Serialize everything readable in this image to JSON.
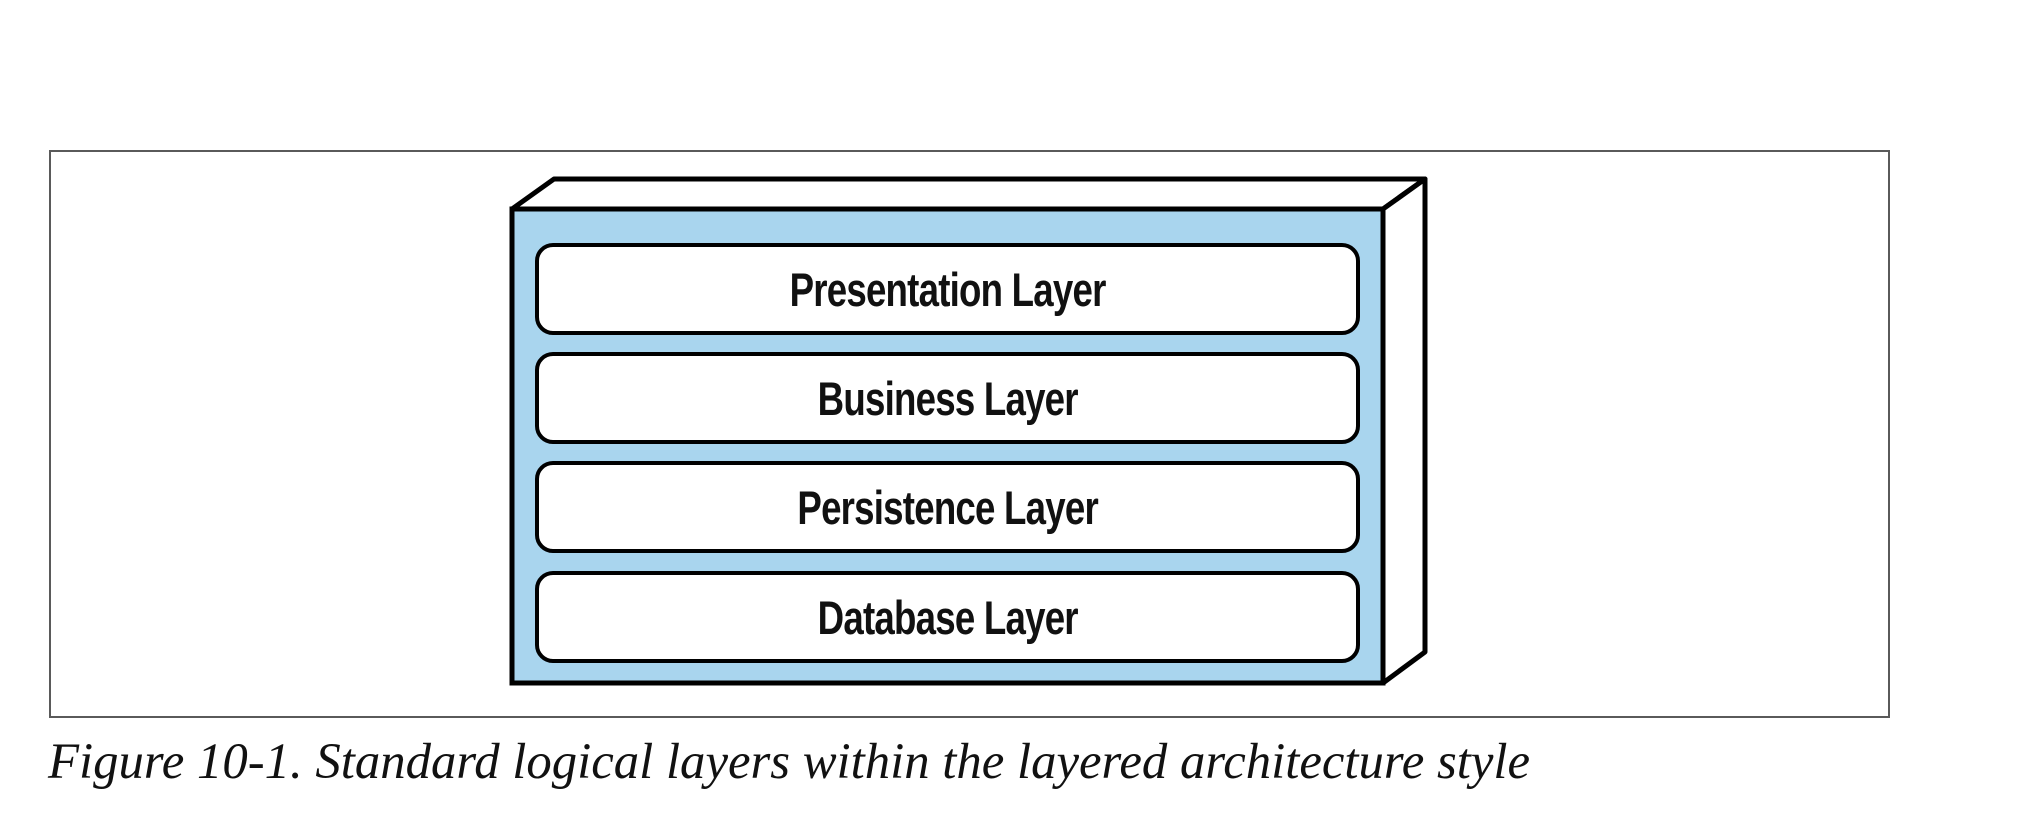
{
  "figure": {
    "caption": "Figure 10-1. Standard logical layers within the layered architecture style",
    "container": {
      "name": "layered-architecture-block",
      "front_color": "#a9d5ee",
      "side_color": "#ffffff",
      "stroke_color": "#000000"
    },
    "layers": [
      {
        "label": "Presentation Layer"
      },
      {
        "label": "Business Layer"
      },
      {
        "label": "Persistence Layer"
      },
      {
        "label": "Database Layer"
      }
    ],
    "frame_color": "#5a5a5a"
  }
}
